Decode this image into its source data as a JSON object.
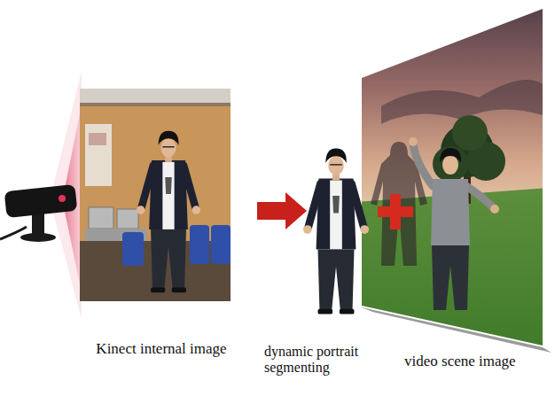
{
  "diagram": {
    "labels": [
      "Kinect internal image",
      "dynamic portrait segmenting",
      "video scene image"
    ]
  }
}
